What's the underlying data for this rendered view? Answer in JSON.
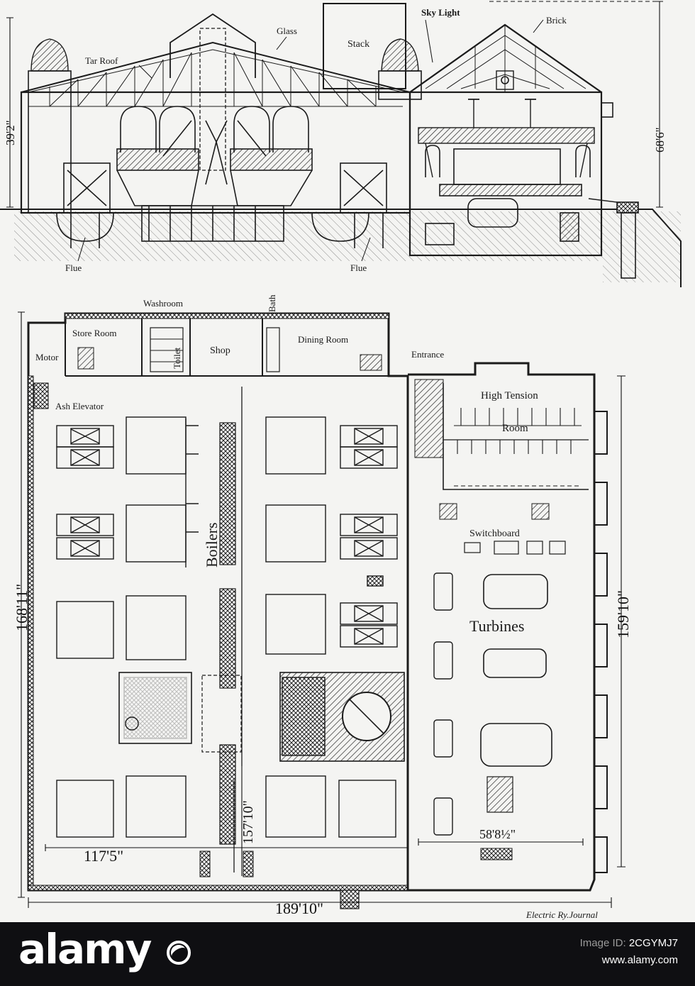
{
  "section": {
    "labels": {
      "tar_roof": "Tar Roof",
      "glass": "Glass",
      "stack": "Stack",
      "sky_light": "Sky Light",
      "brick": "Brick",
      "flue_left": "Flue",
      "flue_right": "Flue"
    },
    "dims": {
      "left_height": "39'2\"",
      "right_height": "68'6\""
    }
  },
  "plan": {
    "rooms": {
      "washroom": "Washroom",
      "bath": "Bath",
      "store_room": "Store Room",
      "toilet": "Toilet",
      "shop": "Shop",
      "dining_room": "Dining Room",
      "motor": "Motor",
      "entrance": "Entrance",
      "ash_elevator": "Ash Elevator",
      "high_tension": "High Tension",
      "room": "Room",
      "switchboard": "Switchboard",
      "boilers": "Boilers",
      "turbines": "Turbines"
    },
    "dims": {
      "left_height": "168'11\"",
      "right_height": "159'10\"",
      "boiler_width": "117'5\"",
      "boiler_depth": "157'10\"",
      "turbine_width": "58'8½\"",
      "total_width": "189'10\""
    }
  },
  "credit": "Electric Ry.Journal",
  "footer": {
    "brand": "alamy",
    "image_id_label": "Image ID:",
    "image_id": "2CGYMJ7",
    "site": "www.alamy.com"
  }
}
